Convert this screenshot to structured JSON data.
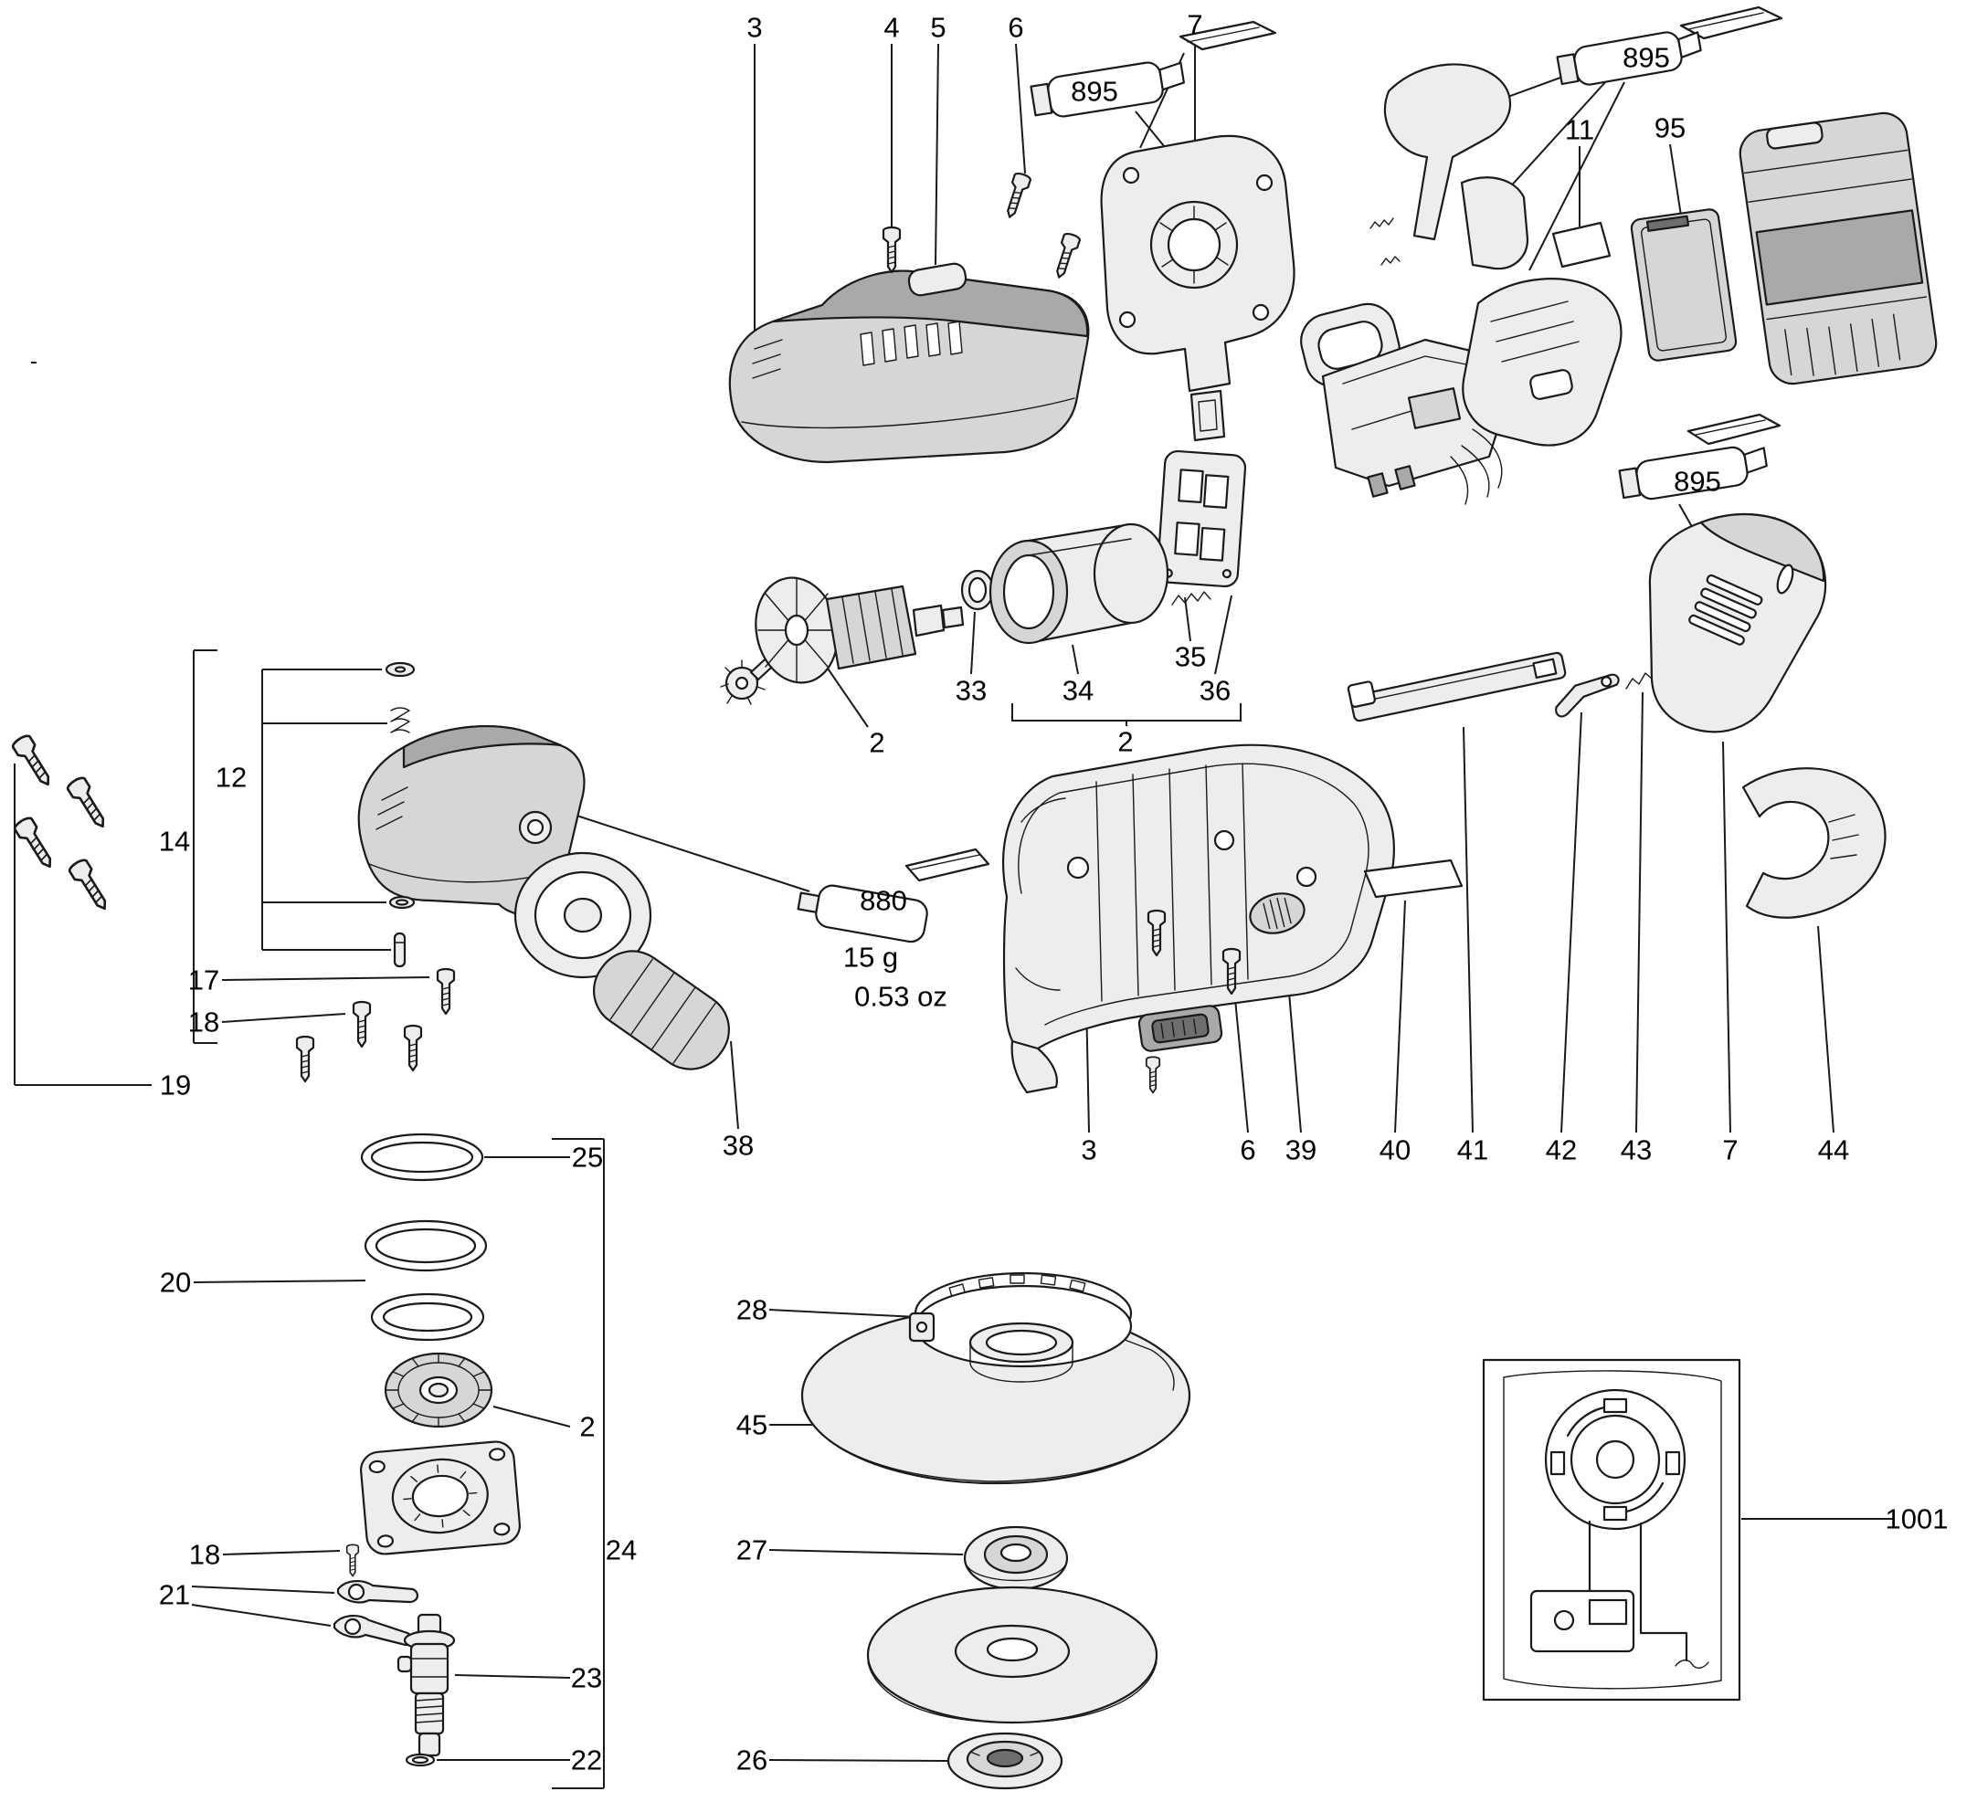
{
  "diagram": {
    "type": "exploded-parts-diagram"
  },
  "colors": {
    "line": "#1a1a1a",
    "background": "#ffffff"
  },
  "callouts": [
    {
      "label": "3"
    },
    {
      "label": "4"
    },
    {
      "label": "5"
    },
    {
      "label": "6"
    },
    {
      "label": "7"
    },
    {
      "label": "895"
    },
    {
      "label": "11"
    },
    {
      "label": "95"
    },
    {
      "label": "895"
    },
    {
      "label": "12"
    },
    {
      "label": "14"
    },
    {
      "label": "17"
    },
    {
      "label": "18"
    },
    {
      "label": "19"
    },
    {
      "label": "2"
    },
    {
      "label": "33"
    },
    {
      "label": "34"
    },
    {
      "label": "35"
    },
    {
      "label": "36"
    },
    {
      "label": "2"
    },
    {
      "label": "880"
    },
    {
      "label": "15 g"
    },
    {
      "label": "0.53 oz"
    },
    {
      "label": "38"
    },
    {
      "label": "3"
    },
    {
      "label": "6"
    },
    {
      "label": "39"
    },
    {
      "label": "40"
    },
    {
      "label": "41"
    },
    {
      "label": "42"
    },
    {
      "label": "43"
    },
    {
      "label": "7"
    },
    {
      "label": "44"
    },
    {
      "label": "895"
    },
    {
      "label": "25"
    },
    {
      "label": "20"
    },
    {
      "label": "2"
    },
    {
      "label": "18"
    },
    {
      "label": "21"
    },
    {
      "label": "24"
    },
    {
      "label": "23"
    },
    {
      "label": "22"
    },
    {
      "label": "28"
    },
    {
      "label": "45"
    },
    {
      "label": "27"
    },
    {
      "label": "26"
    },
    {
      "label": "1001"
    }
  ]
}
